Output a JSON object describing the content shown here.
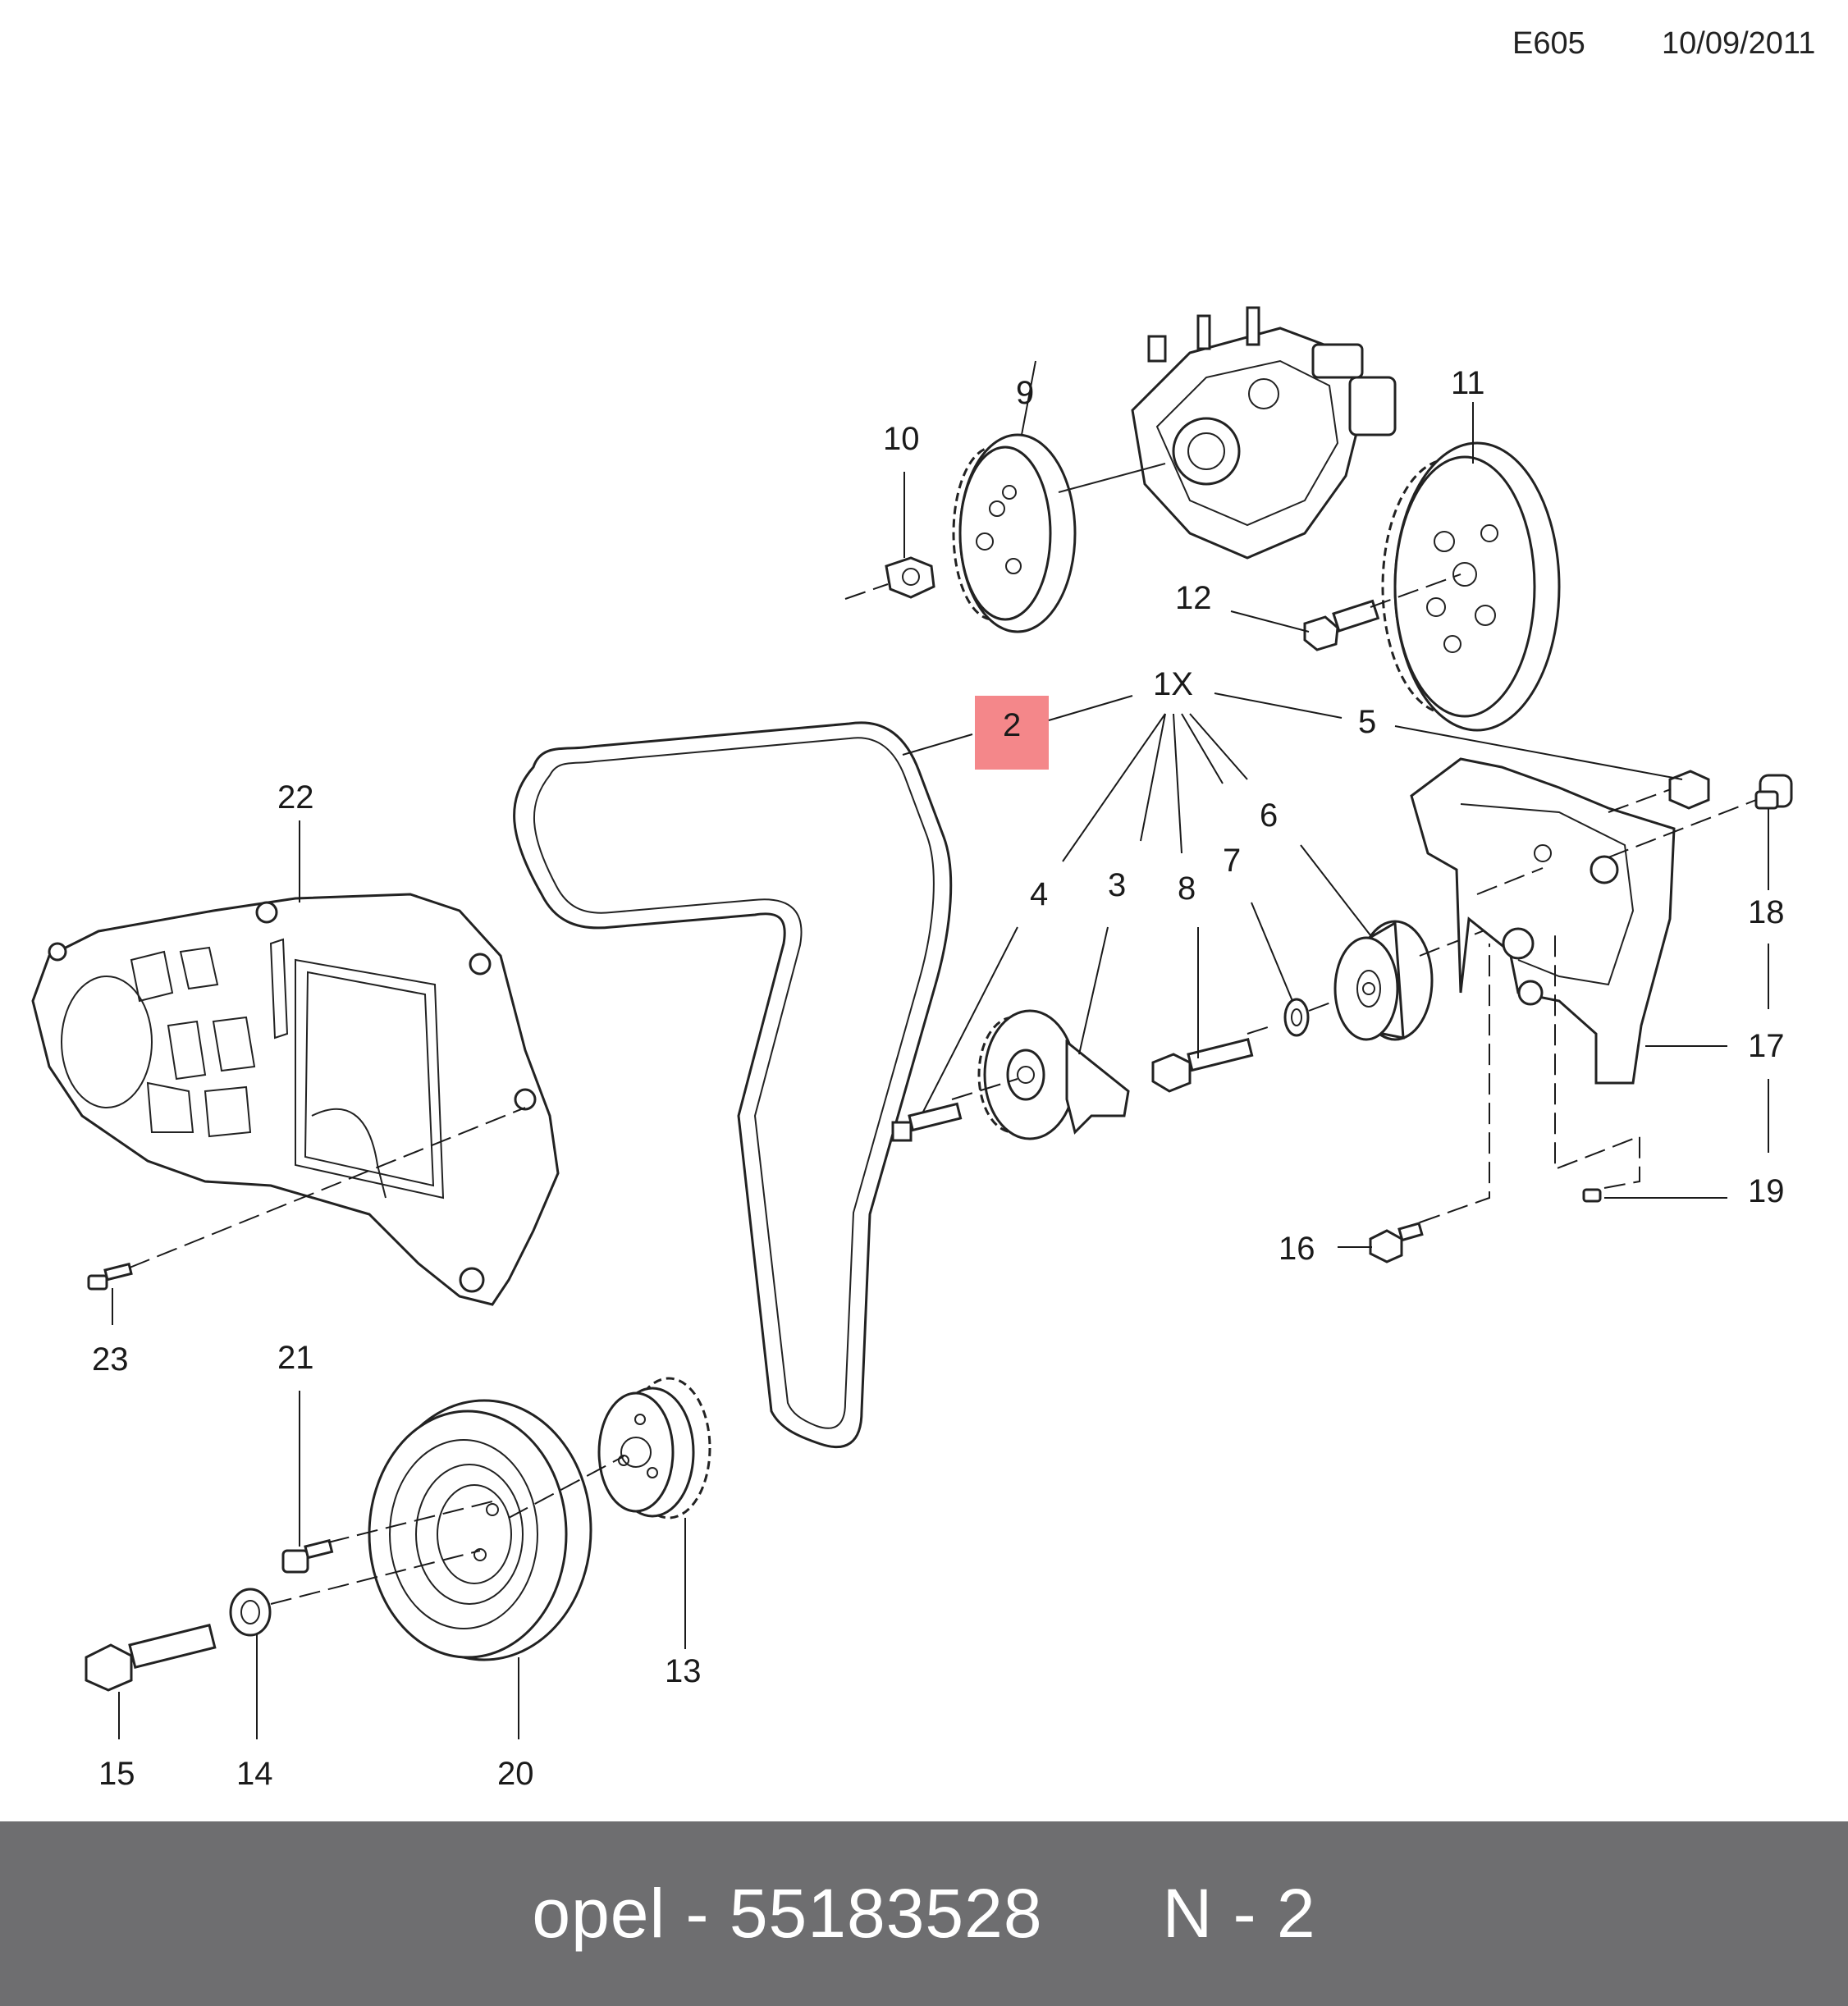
{
  "header": {
    "code": "E605",
    "date": "10/09/2011"
  },
  "labels": {
    "p1x": "1X",
    "p2": "2",
    "p3": "3",
    "p4": "4",
    "p5": "5",
    "p6": "6",
    "p7": "7",
    "p8": "8",
    "p9": "9",
    "p10": "10",
    "p11": "11",
    "p12": "12",
    "p13": "13",
    "p14": "14",
    "p15": "15",
    "p16": "16",
    "p17": "17",
    "p18": "18",
    "p19": "19",
    "p20": "20",
    "p21": "21",
    "p22": "22",
    "p23": "23"
  },
  "highlight": {
    "part": "2",
    "color": "#f4878a"
  },
  "footer": {
    "brand": "opel",
    "part_number": "55183528",
    "ref": "N - 2"
  }
}
